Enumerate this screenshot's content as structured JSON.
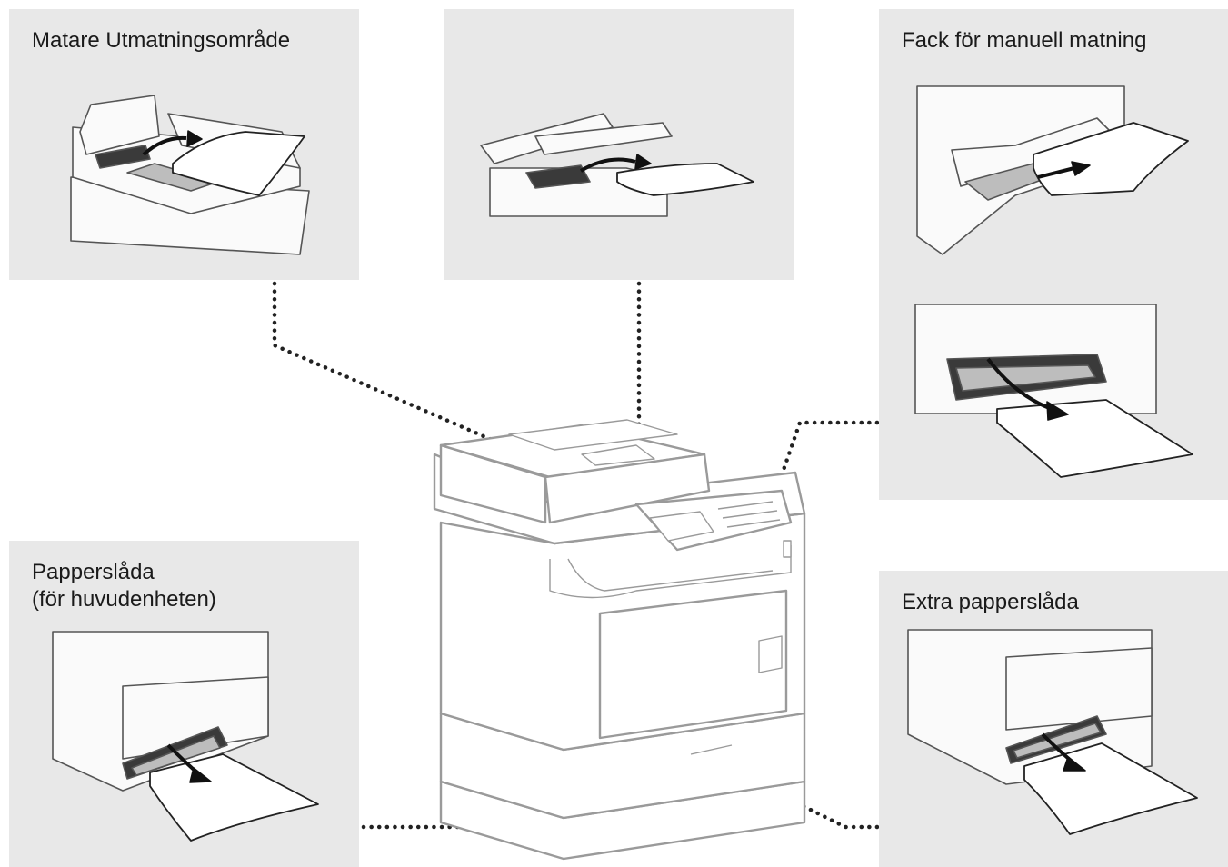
{
  "panels": {
    "feeder": {
      "label": "Matare Utmatningsområde"
    },
    "inside": {
      "label": ""
    },
    "manual_tray": {
      "label": "Fack för manuell matning"
    },
    "paper_drawer": {
      "label_line1": "Papperslåda",
      "label_line2": "(för huvudenheten)"
    },
    "extra_drawer": {
      "label": "Extra papperslåda"
    }
  },
  "colors": {
    "panel_background": "#e8e8e8",
    "leader_dots": "#222222",
    "printer_outline": "#9a9a9a"
  }
}
